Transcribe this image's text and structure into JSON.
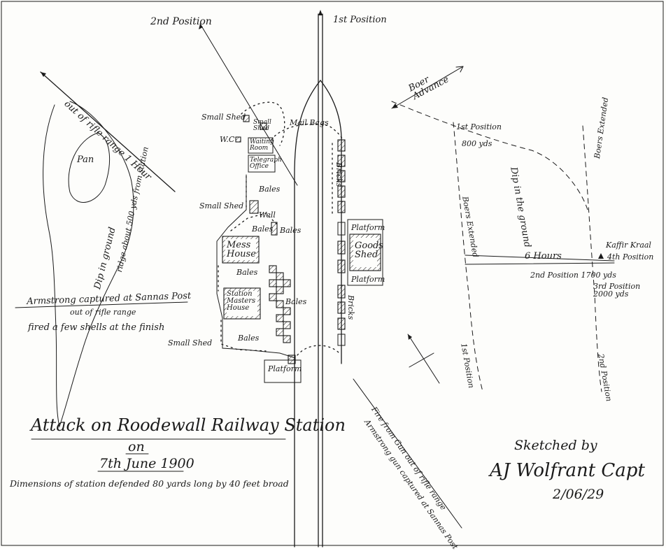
{
  "title": {
    "line1": "Attack on Roodewall Railway Station",
    "line2": "on",
    "line3": "7th June 1900",
    "dimensions": "Dimensions of station defended 80 yards long by 40 feet broad"
  },
  "signature": {
    "sketched_by": "Sketched by",
    "name": "AJ Wolfrant Capt",
    "date": "2/06/29"
  },
  "positions": {
    "second": "2nd Position",
    "first": "1st Position"
  },
  "buildings": {
    "small_shed_top": "Small Shed",
    "small_shed_inner": "Small Shed",
    "wc": "W.C",
    "waiting_room": "Waiting Room",
    "telegraph_office": "Telegraph Office",
    "mail_bags": "Mail Bags",
    "bales_1": "Bales",
    "small_shed_mid": "Small Shed",
    "well": "Well",
    "bales_2": "Bales",
    "bales_3": "Bales",
    "mess_house": "Mess House",
    "bales_4": "Bales",
    "station_masters_house": "Station Masters House",
    "bales_5": "Bales",
    "bales_6": "Bales",
    "small_shed_bottom": "Small Shed",
    "platform_bottom": "Platform",
    "platform_right": "Platform",
    "goods_shed": "Goods Shed",
    "platform_right_2": "Platform",
    "bricks": "Bricks",
    "bricks_2": "Bricks"
  },
  "west": {
    "rifle_range": "out of rifle range 1 Hour",
    "pan": "Pan",
    "dip": "Dip in ground",
    "ridge": "ridge about 500 yds from station",
    "armstrong": "Armstrong captured at Sannas Post",
    "out_of_range": "out of rifle range",
    "fired": "fired a few shells at the finish"
  },
  "east": {
    "boer_advance": "Boer Advance",
    "pos1": "1st Position",
    "pos1_yds": "800 yds",
    "dip": "Dip in the ground",
    "boers_extended_1": "Boers Extended",
    "boers_extended_2": "Boers Extended",
    "kaffir_kraal": "Kaffir Kraal",
    "pos4": "4th Position",
    "hours": "6 Hours",
    "pos2": "2nd Position 1700 yds",
    "pos3": "3rd Position 2000 yds",
    "first_position": "1st Position",
    "second_position": "2nd Position",
    "fire_note": "Fire from Gun out of rifle range",
    "armstrong_note": "Armstrong gun captured at Sannas Post"
  }
}
